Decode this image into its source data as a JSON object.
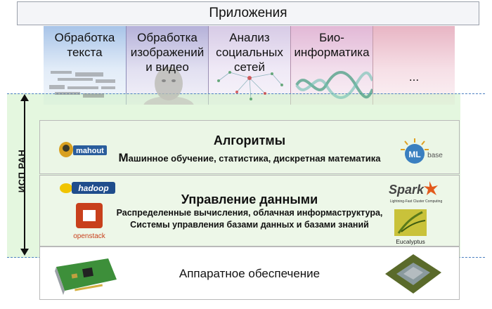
{
  "applications": {
    "header": "Приложения",
    "columns": [
      {
        "lines": [
          "Обработка",
          "текста"
        ]
      },
      {
        "lines": [
          "Обработка",
          "изображений",
          "и видео"
        ]
      },
      {
        "lines": [
          "Анализ",
          "социальных",
          "сетей"
        ]
      },
      {
        "lines": [
          "Био-",
          "информатика"
        ]
      },
      {
        "lines": [
          "..."
        ]
      }
    ]
  },
  "ras_label": "ИСП РАН",
  "algorithms": {
    "title": "Алгоритмы",
    "subtitle_initial": "М",
    "subtitle_rest": "ашинное обучение, статистика, дискретная математика",
    "logos": {
      "mahout": "mahout",
      "mlbase": "ML",
      "mlbase_suffix": "base"
    }
  },
  "data_management": {
    "title": "Управление данными",
    "line1": "Распределенные вычисления, облачная информаструктура,",
    "line2": "Системы управления базами данных и базами знаний",
    "logos": {
      "hadoop": "hadoop",
      "openstack": "openstack",
      "spark": "Spark",
      "spark_tagline": "Lightning-Fast Cluster Computing",
      "eucalyptus": "Eucalyptus"
    }
  },
  "hardware": {
    "title": "Аппаратное обеспечение"
  },
  "colors": {
    "dash": "#4a7fc0",
    "ras_band": "#cef0c4",
    "spark_orange": "#e25a1c",
    "openstack_red": "#c8401c"
  }
}
